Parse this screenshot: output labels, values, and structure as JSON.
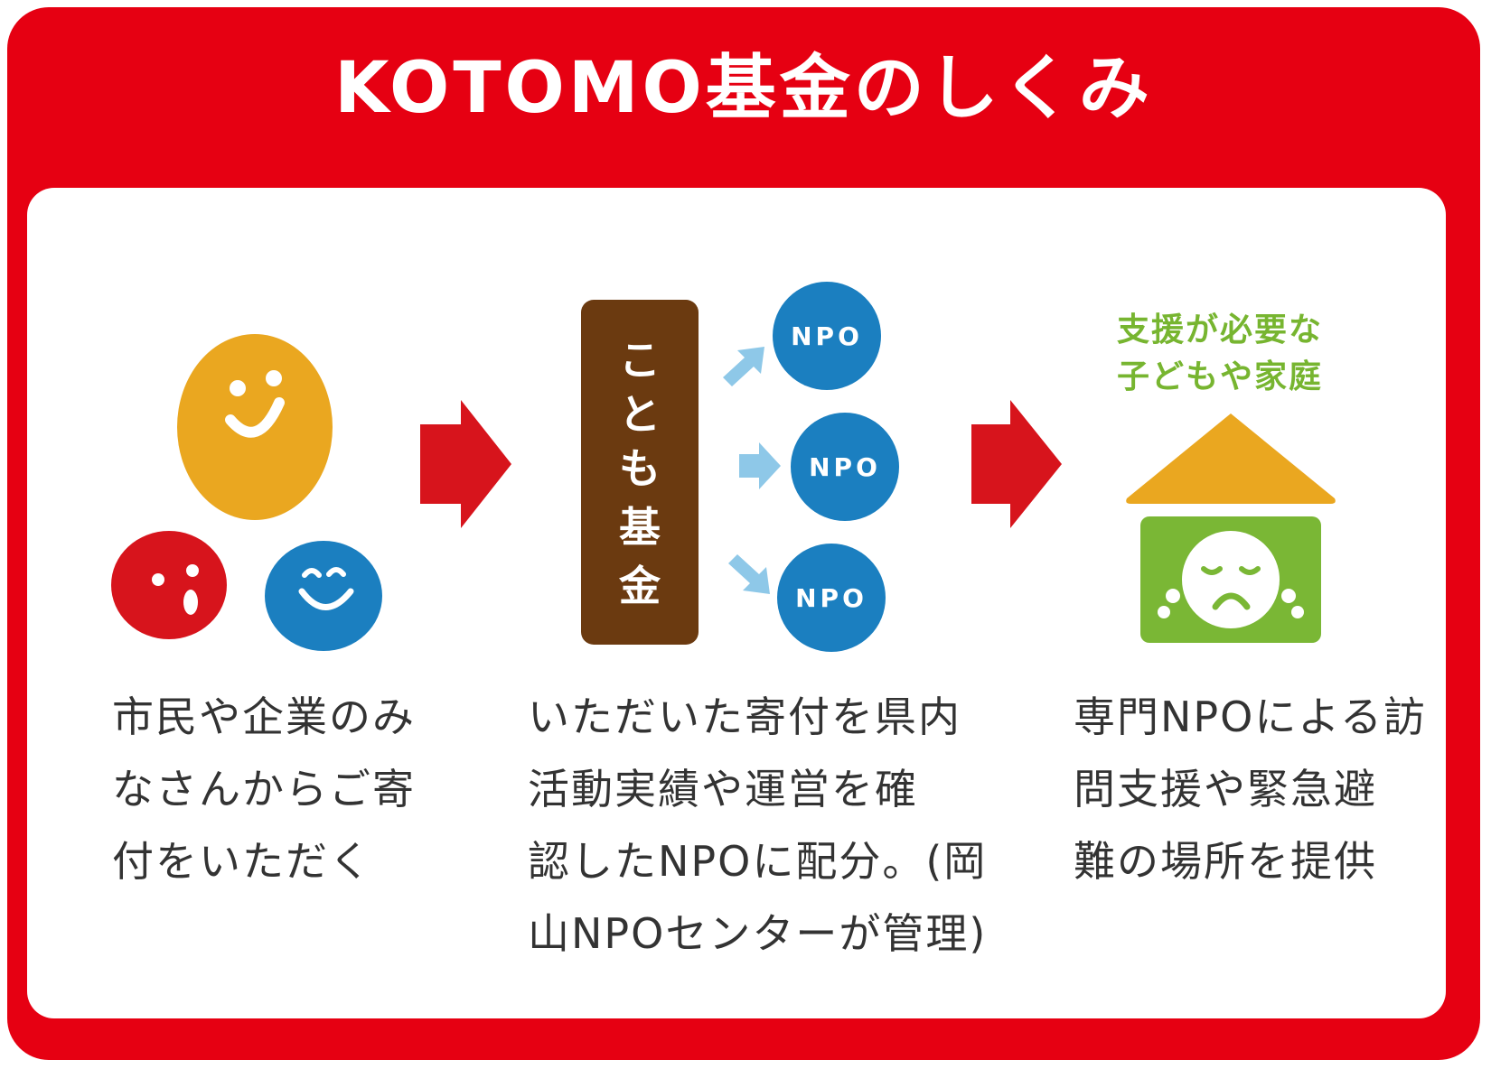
{
  "title": "KOTOMO基金のしくみ",
  "colors": {
    "frame_red": "#e60012",
    "arrow_red": "#d7141c",
    "orange": "#eaa720",
    "blue": "#1b7fc0",
    "light_blue": "#8ec8e8",
    "brown": "#6b3a10",
    "green": "#7ab735"
  },
  "donors": {
    "faces": [
      {
        "name": "smiling-face",
        "color": "orange"
      },
      {
        "name": "surprised-face",
        "color": "red"
      },
      {
        "name": "laughing-face",
        "color": "blue"
      }
    ],
    "description_lines": [
      "市民や企業のみ",
      "なさんからご寄",
      "付をいただく"
    ]
  },
  "fund": {
    "label_chars": [
      "こ",
      "と",
      "も",
      "基",
      "金"
    ],
    "npo_labels": [
      "NPO",
      "NPO",
      "NPO"
    ],
    "description_lines": [
      "いただいた寄付を県内",
      "活動実績や運営を確",
      "認したNPOに配分。(岡",
      "山NPOセンターが管理)"
    ]
  },
  "recipients": {
    "label_lines": [
      "支援が必要な",
      "子どもや家庭"
    ],
    "description_lines": [
      "専門NPOによる訪",
      "問支援や緊急避",
      "難の場所を提供"
    ]
  },
  "icons": [
    "flow-arrow-icon",
    "small-arrow-icon",
    "house-icon",
    "crying-face-icon"
  ]
}
